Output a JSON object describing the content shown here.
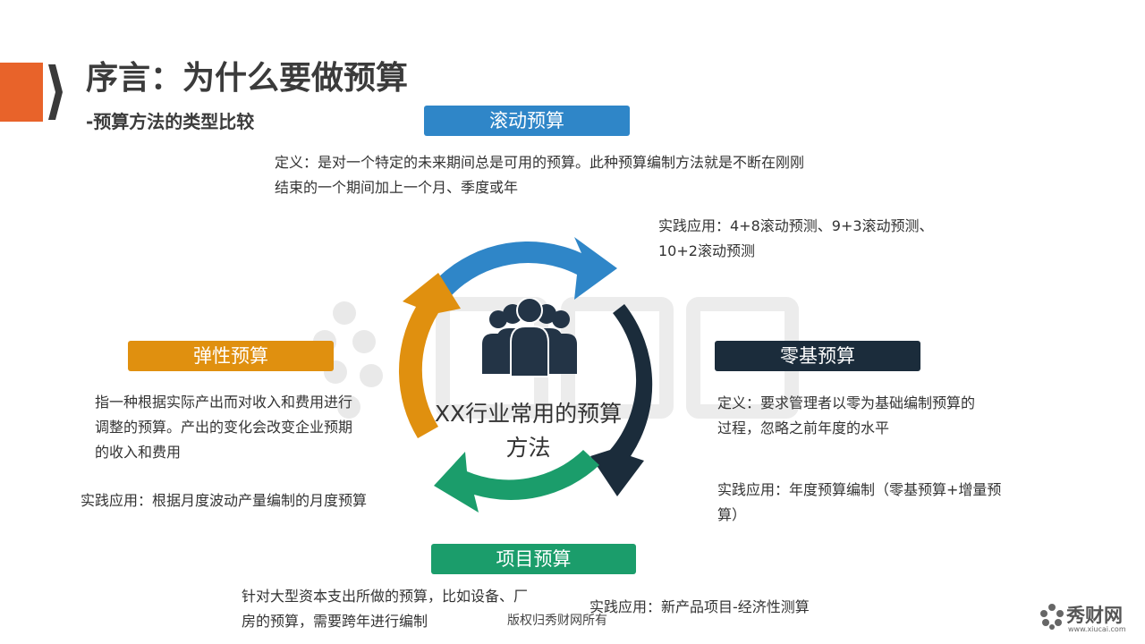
{
  "slide": {
    "title": "序言：为什么要做预算",
    "subtitle": "-预算方法的类型比较"
  },
  "center": {
    "label": "XX行业常用的预算方法"
  },
  "rolling": {
    "label": "滚动预算",
    "definition": "定义：是对一个特定的未来期间总是可用的预算。此种预算编制方法就是不断在刚刚结束的一个期间加上一个月、季度或年",
    "practice": "实践应用：4+8滚动预测、9+3滚动预测、10+2滚动预测"
  },
  "zero_based": {
    "label": "零基预算",
    "definition": "定义：要求管理者以零为基础编制预算的过程，忽略之前年度的水平",
    "practice": "实践应用：年度预算编制（零基预算+增量预算）"
  },
  "flexible": {
    "label": "弹性预算",
    "definition": "指一种根据实际产出而对收入和费用进行调整的预算。产出的变化会改变企业预期的收入和费用",
    "practice": "实践应用：根据月度波动产量编制的月度预算"
  },
  "project": {
    "label": "项目预算",
    "definition": "针对大型资本支出所做的预算，比如设备、厂房的预算，需要跨年进行编制",
    "practice": "实践应用：新产品项目-经济性测算"
  },
  "footer": {
    "copyright": "版权归秀财网所有",
    "logo_name": "秀财网",
    "logo_url": "www.xiucai.com"
  },
  "colors": {
    "accent": "#e8632a",
    "rolling": "#2f86c8",
    "zero_based": "#1b2c3b",
    "flexible": "#e0900f",
    "project": "#1b9d6b",
    "people_icon": "#233446"
  },
  "icons": {
    "people": "team-icon",
    "cycle": "cycle-arrows",
    "watermark": "xiucai-watermark",
    "logo": "xiucai-logo-icon"
  }
}
